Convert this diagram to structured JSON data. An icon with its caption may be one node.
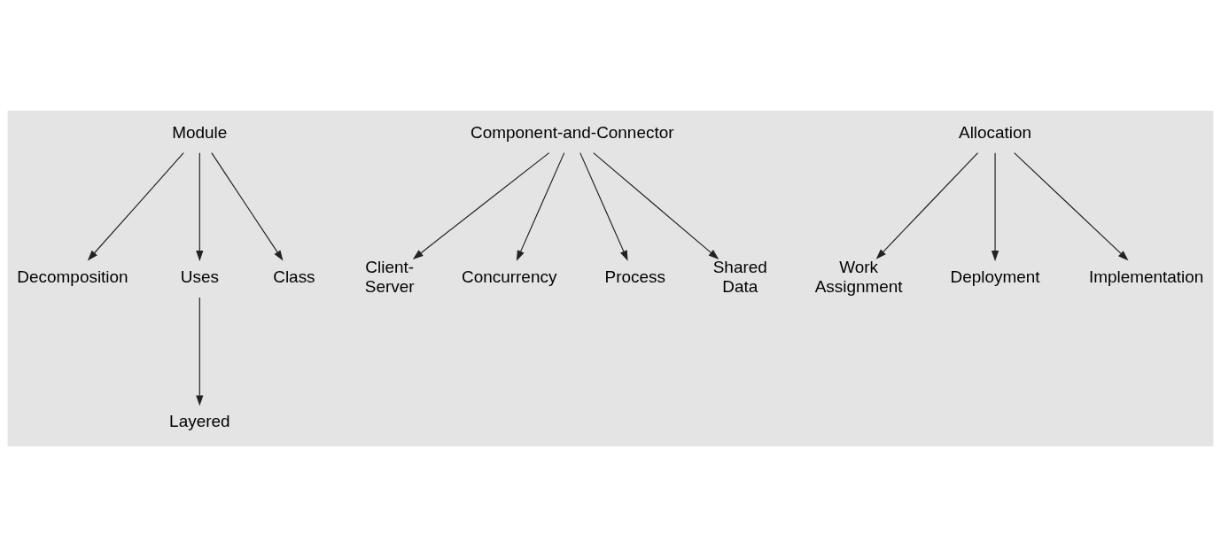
{
  "diagram": {
    "nodes": [
      {
        "text": [
          "Module"
        ]
      },
      {
        "text": [
          "Decomposition"
        ]
      },
      {
        "text": [
          "Uses"
        ]
      },
      {
        "text": [
          "Layered"
        ]
      },
      {
        "text": [
          "Class"
        ]
      },
      {
        "text": [
          "Component-and-Connector"
        ]
      },
      {
        "text": [
          "Client-Server"
        ]
      },
      {
        "text": [
          "Concurrency"
        ]
      },
      {
        "text": [
          "Process"
        ]
      },
      {
        "text": [
          "Shared Data"
        ]
      },
      {
        "text": [
          "Allocation"
        ]
      },
      {
        "text": [
          "Work Assignment"
        ]
      },
      {
        "text": [
          "Deployment"
        ]
      },
      {
        "text": [
          "Implementation"
        ]
      }
    ],
    "edges": [
      {
        "from": 0,
        "to": 1,
        "arrow": "to"
      },
      {
        "from": 0,
        "to": 2,
        "arrow": "to"
      },
      {
        "from": 2,
        "to": 3,
        "arrow": "to"
      },
      {
        "from": 0,
        "to": 4,
        "arrow": "to"
      },
      {
        "from": 5,
        "to": 6,
        "arrow": "to"
      },
      {
        "from": 5,
        "to": 7,
        "arrow": "to"
      },
      {
        "from": 5,
        "to": 8,
        "arrow": "to"
      },
      {
        "from": 5,
        "to": 9,
        "arrow": "to"
      },
      {
        "from": 10,
        "to": 11,
        "arrow": "to"
      },
      {
        "from": 10,
        "to": 12,
        "arrow": "to"
      },
      {
        "from": 10,
        "to": 13,
        "arrow": "to"
      }
    ]
  }
}
